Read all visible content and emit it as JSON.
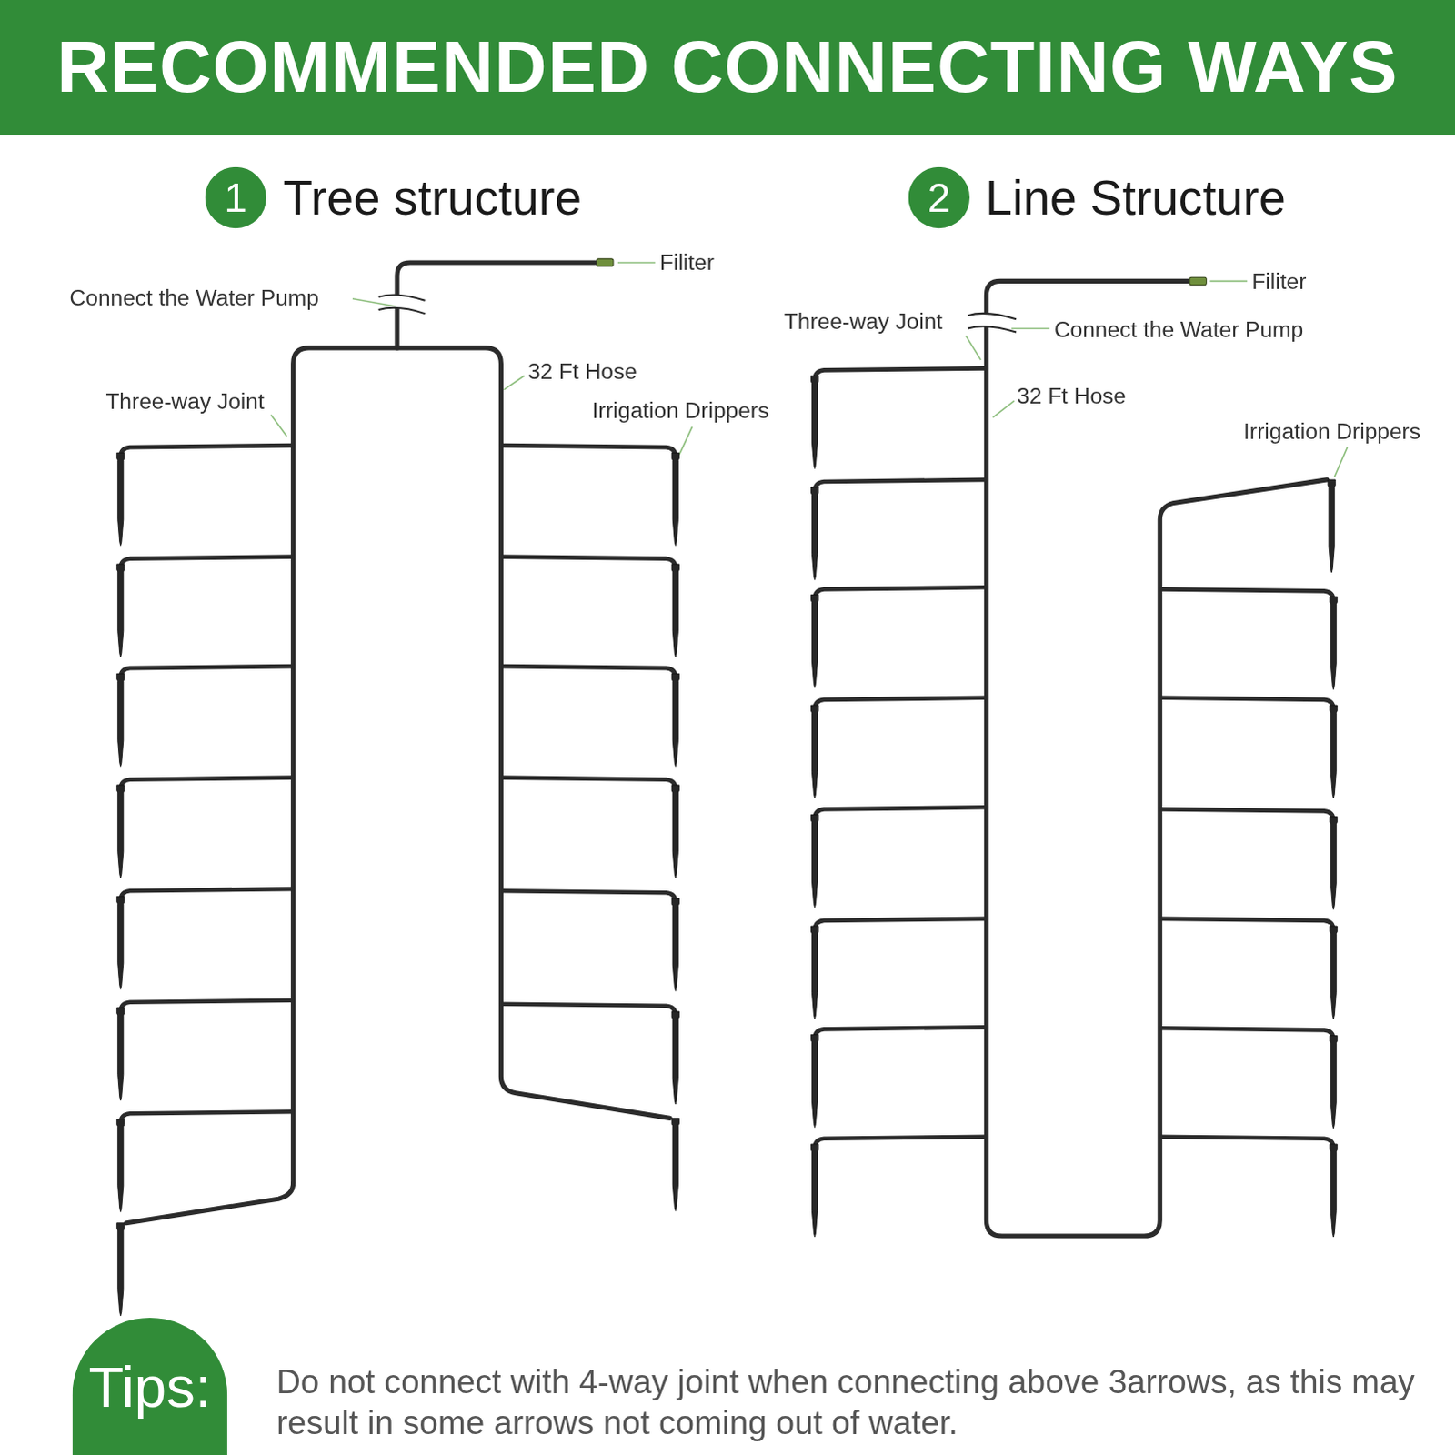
{
  "diagram": {
    "title": "RECOMMENDED CONNECTING WAYS",
    "nodes": [
      {
        "text": [
          "1"
        ]
      },
      {
        "text": [
          "2"
        ]
      },
      {
        "text": [
          "Tips:"
        ]
      }
    ],
    "labels": [
      "Tree structure",
      "Line Structure",
      "Filiter",
      "Connect the Water Pump",
      "Three-way Joint",
      "32 Ft Hose",
      "Irrigation Drippers",
      "Filiter",
      "Three-way Joint",
      "Connect the Water Pump",
      "32 Ft Hose",
      "Irrigation Drippers",
      "Do not connect with 4-way joint when connecting above 3arrows, as this may result in some arrows not coming out of water."
    ]
  }
}
